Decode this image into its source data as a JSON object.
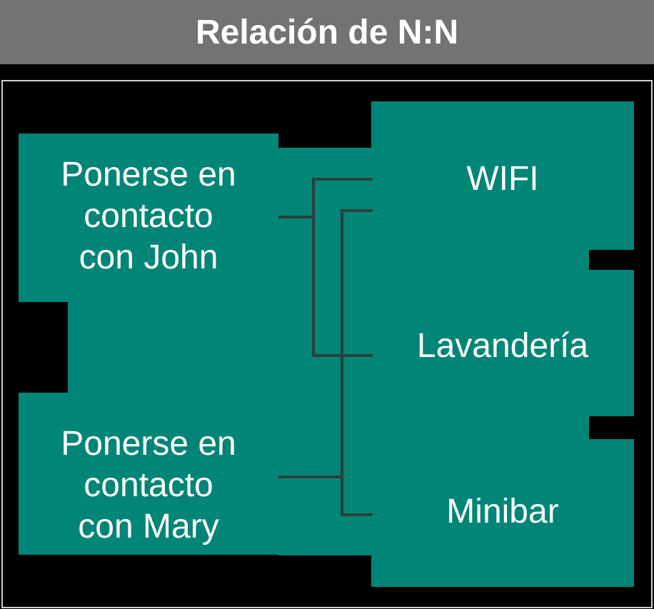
{
  "title": "Relación de N:N",
  "diagram": {
    "left_entities": [
      {
        "label": "Ponerse en contacto con John",
        "lines": [
          "Ponerse en",
          "contacto",
          "con John"
        ]
      },
      {
        "label": "Ponerse en contacto con Mary",
        "lines": [
          "Ponerse en",
          "contacto",
          "con Mary"
        ]
      }
    ],
    "right_entities": [
      {
        "label": "WIFI"
      },
      {
        "label": "Lavandería"
      },
      {
        "label": "Minibar"
      }
    ]
  },
  "colors": {
    "banner": "#737373",
    "background": "#000000",
    "entity_fill": "#018576",
    "connector": "#2C403B",
    "frame_border": "#CFCFCF",
    "text": "#FFFFFF"
  }
}
